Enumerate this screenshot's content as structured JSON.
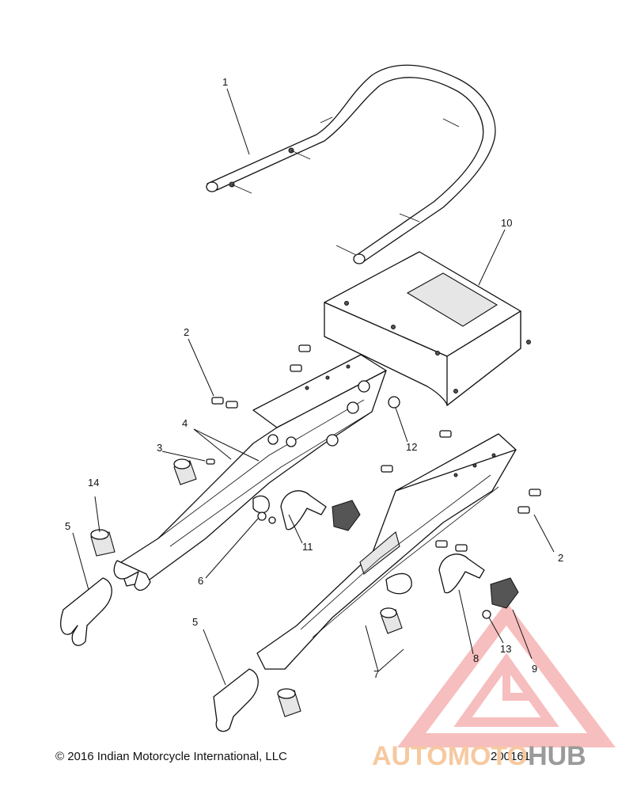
{
  "callouts": [
    {
      "id": "c1",
      "text": "1"
    },
    {
      "id": "c2a",
      "text": "2"
    },
    {
      "id": "c2b",
      "text": "2"
    },
    {
      "id": "c3",
      "text": "3"
    },
    {
      "id": "c4",
      "text": "4"
    },
    {
      "id": "c5a",
      "text": "5"
    },
    {
      "id": "c5b",
      "text": "5"
    },
    {
      "id": "c6",
      "text": "6"
    },
    {
      "id": "c7",
      "text": "7"
    },
    {
      "id": "c8",
      "text": "8"
    },
    {
      "id": "c9",
      "text": "9"
    },
    {
      "id": "c10",
      "text": "10"
    },
    {
      "id": "c11",
      "text": "11"
    },
    {
      "id": "c12",
      "text": "12"
    },
    {
      "id": "c13",
      "text": "13"
    },
    {
      "id": "c14",
      "text": "14"
    }
  ],
  "footer": {
    "copyright": "© 2016 Indian Motorcycle International, LLC",
    "doc_number": "200161"
  },
  "watermark": {
    "brand_part1": "AUTOMOTO",
    "brand_part2": "HUB",
    "colors": {
      "triangle": "#f08a8a",
      "accent": "#f6c9a0",
      "gray": "#9a9a9a"
    }
  }
}
